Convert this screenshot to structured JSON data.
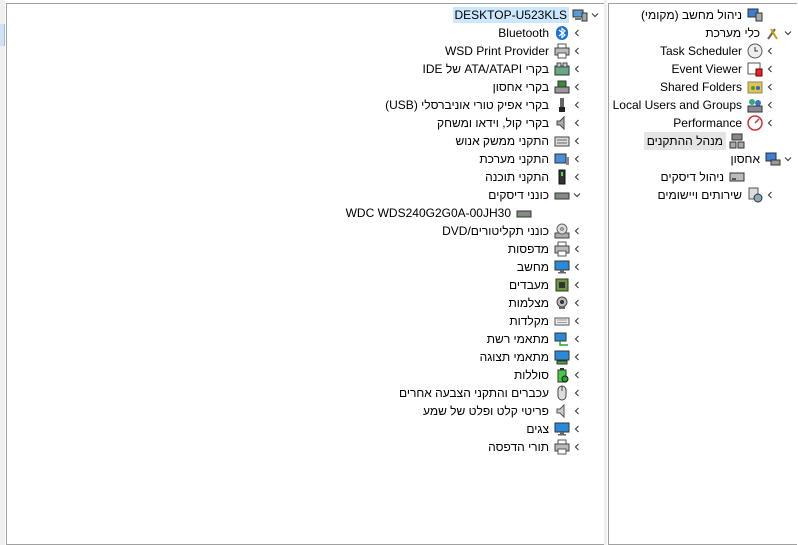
{
  "center_tree": {
    "root": {
      "label": "DESKTOP-U523KLS",
      "icon": "computer-icon"
    },
    "items": [
      {
        "label": "Bluetooth",
        "icon": "bluetooth-icon",
        "expand": "collapsed"
      },
      {
        "label": "WSD Print Provider",
        "icon": "printer-icon",
        "expand": "collapsed"
      },
      {
        "label": "בקרי ATA/ATAPI של IDE",
        "icon": "ide-controller-icon",
        "expand": "collapsed"
      },
      {
        "label": "בקרי אחסון",
        "icon": "storage-controller-icon",
        "expand": "collapsed"
      },
      {
        "label": "בקרי אפיק טורי אוניברסלי (USB)",
        "icon": "usb-icon",
        "expand": "collapsed"
      },
      {
        "label": "בקרי קול, וידאו ומשחק",
        "icon": "speaker-icon",
        "expand": "collapsed"
      },
      {
        "label": "התקני ממשק אנוש",
        "icon": "hid-icon",
        "expand": "collapsed"
      },
      {
        "label": "התקני מערכת",
        "icon": "system-device-icon",
        "expand": "collapsed"
      },
      {
        "label": "התקני תוכנה",
        "icon": "software-device-icon",
        "expand": "collapsed"
      },
      {
        "label": "כונני דיסקים",
        "icon": "disk-drive-icon",
        "expand": "expanded"
      },
      {
        "label": "WDC WDS240G2G0A-00JH30",
        "icon": "disk-drive-icon",
        "expand": "none",
        "child": true
      },
      {
        "label": "כונני תקליטורים/DVD",
        "icon": "dvd-icon",
        "expand": "collapsed"
      },
      {
        "label": "מדפסות",
        "icon": "printer-icon",
        "expand": "collapsed"
      },
      {
        "label": "מחשב",
        "icon": "monitor-icon",
        "expand": "collapsed"
      },
      {
        "label": "מעבדים",
        "icon": "processor-icon",
        "expand": "collapsed"
      },
      {
        "label": "מצלמות",
        "icon": "camera-icon",
        "expand": "collapsed"
      },
      {
        "label": "מקלדות",
        "icon": "keyboard-icon",
        "expand": "collapsed"
      },
      {
        "label": "מתאמי רשת",
        "icon": "network-adapter-icon",
        "expand": "collapsed"
      },
      {
        "label": "מתאמי תצוגה",
        "icon": "display-adapter-icon",
        "expand": "collapsed"
      },
      {
        "label": "סוללות",
        "icon": "battery-icon",
        "expand": "collapsed"
      },
      {
        "label": "עכברים והתקני הצבעה אחרים",
        "icon": "mouse-icon",
        "expand": "collapsed"
      },
      {
        "label": "פריטי קלט ופלט של שמע",
        "icon": "audio-io-icon",
        "expand": "collapsed"
      },
      {
        "label": "צגים",
        "icon": "monitor-icon",
        "expand": "collapsed"
      },
      {
        "label": "תורי הדפסה",
        "icon": "print-queue-icon",
        "expand": "collapsed"
      }
    ]
  },
  "right_tree": {
    "items": [
      {
        "label": "ניהול מחשב (מקומי)",
        "icon": "computer-management-icon",
        "expand": "none",
        "level": 0
      },
      {
        "label": "כלי מערכת",
        "icon": "system-tools-icon",
        "expand": "expanded",
        "level": 1
      },
      {
        "label": "Task Scheduler",
        "icon": "clock-icon",
        "expand": "collapsed",
        "level": 2
      },
      {
        "label": "Event Viewer",
        "icon": "event-viewer-icon",
        "expand": "collapsed",
        "level": 2
      },
      {
        "label": "Shared Folders",
        "icon": "shared-folders-icon",
        "expand": "collapsed",
        "level": 2
      },
      {
        "label": "Local Users and Groups",
        "icon": "users-icon",
        "expand": "collapsed",
        "level": 2
      },
      {
        "label": "Performance",
        "icon": "performance-icon",
        "expand": "collapsed",
        "level": 2
      },
      {
        "label": "מנהל ההתקנים",
        "icon": "device-manager-icon",
        "expand": "none",
        "level": 2,
        "selected": true
      },
      {
        "label": "אחסון",
        "icon": "storage-icon",
        "expand": "expanded",
        "level": 1
      },
      {
        "label": "ניהול דיסקים",
        "icon": "disk-management-icon",
        "expand": "none",
        "level": 2
      },
      {
        "label": "שירותים ויישומים",
        "icon": "services-icon",
        "expand": "collapsed",
        "level": 1
      }
    ]
  }
}
